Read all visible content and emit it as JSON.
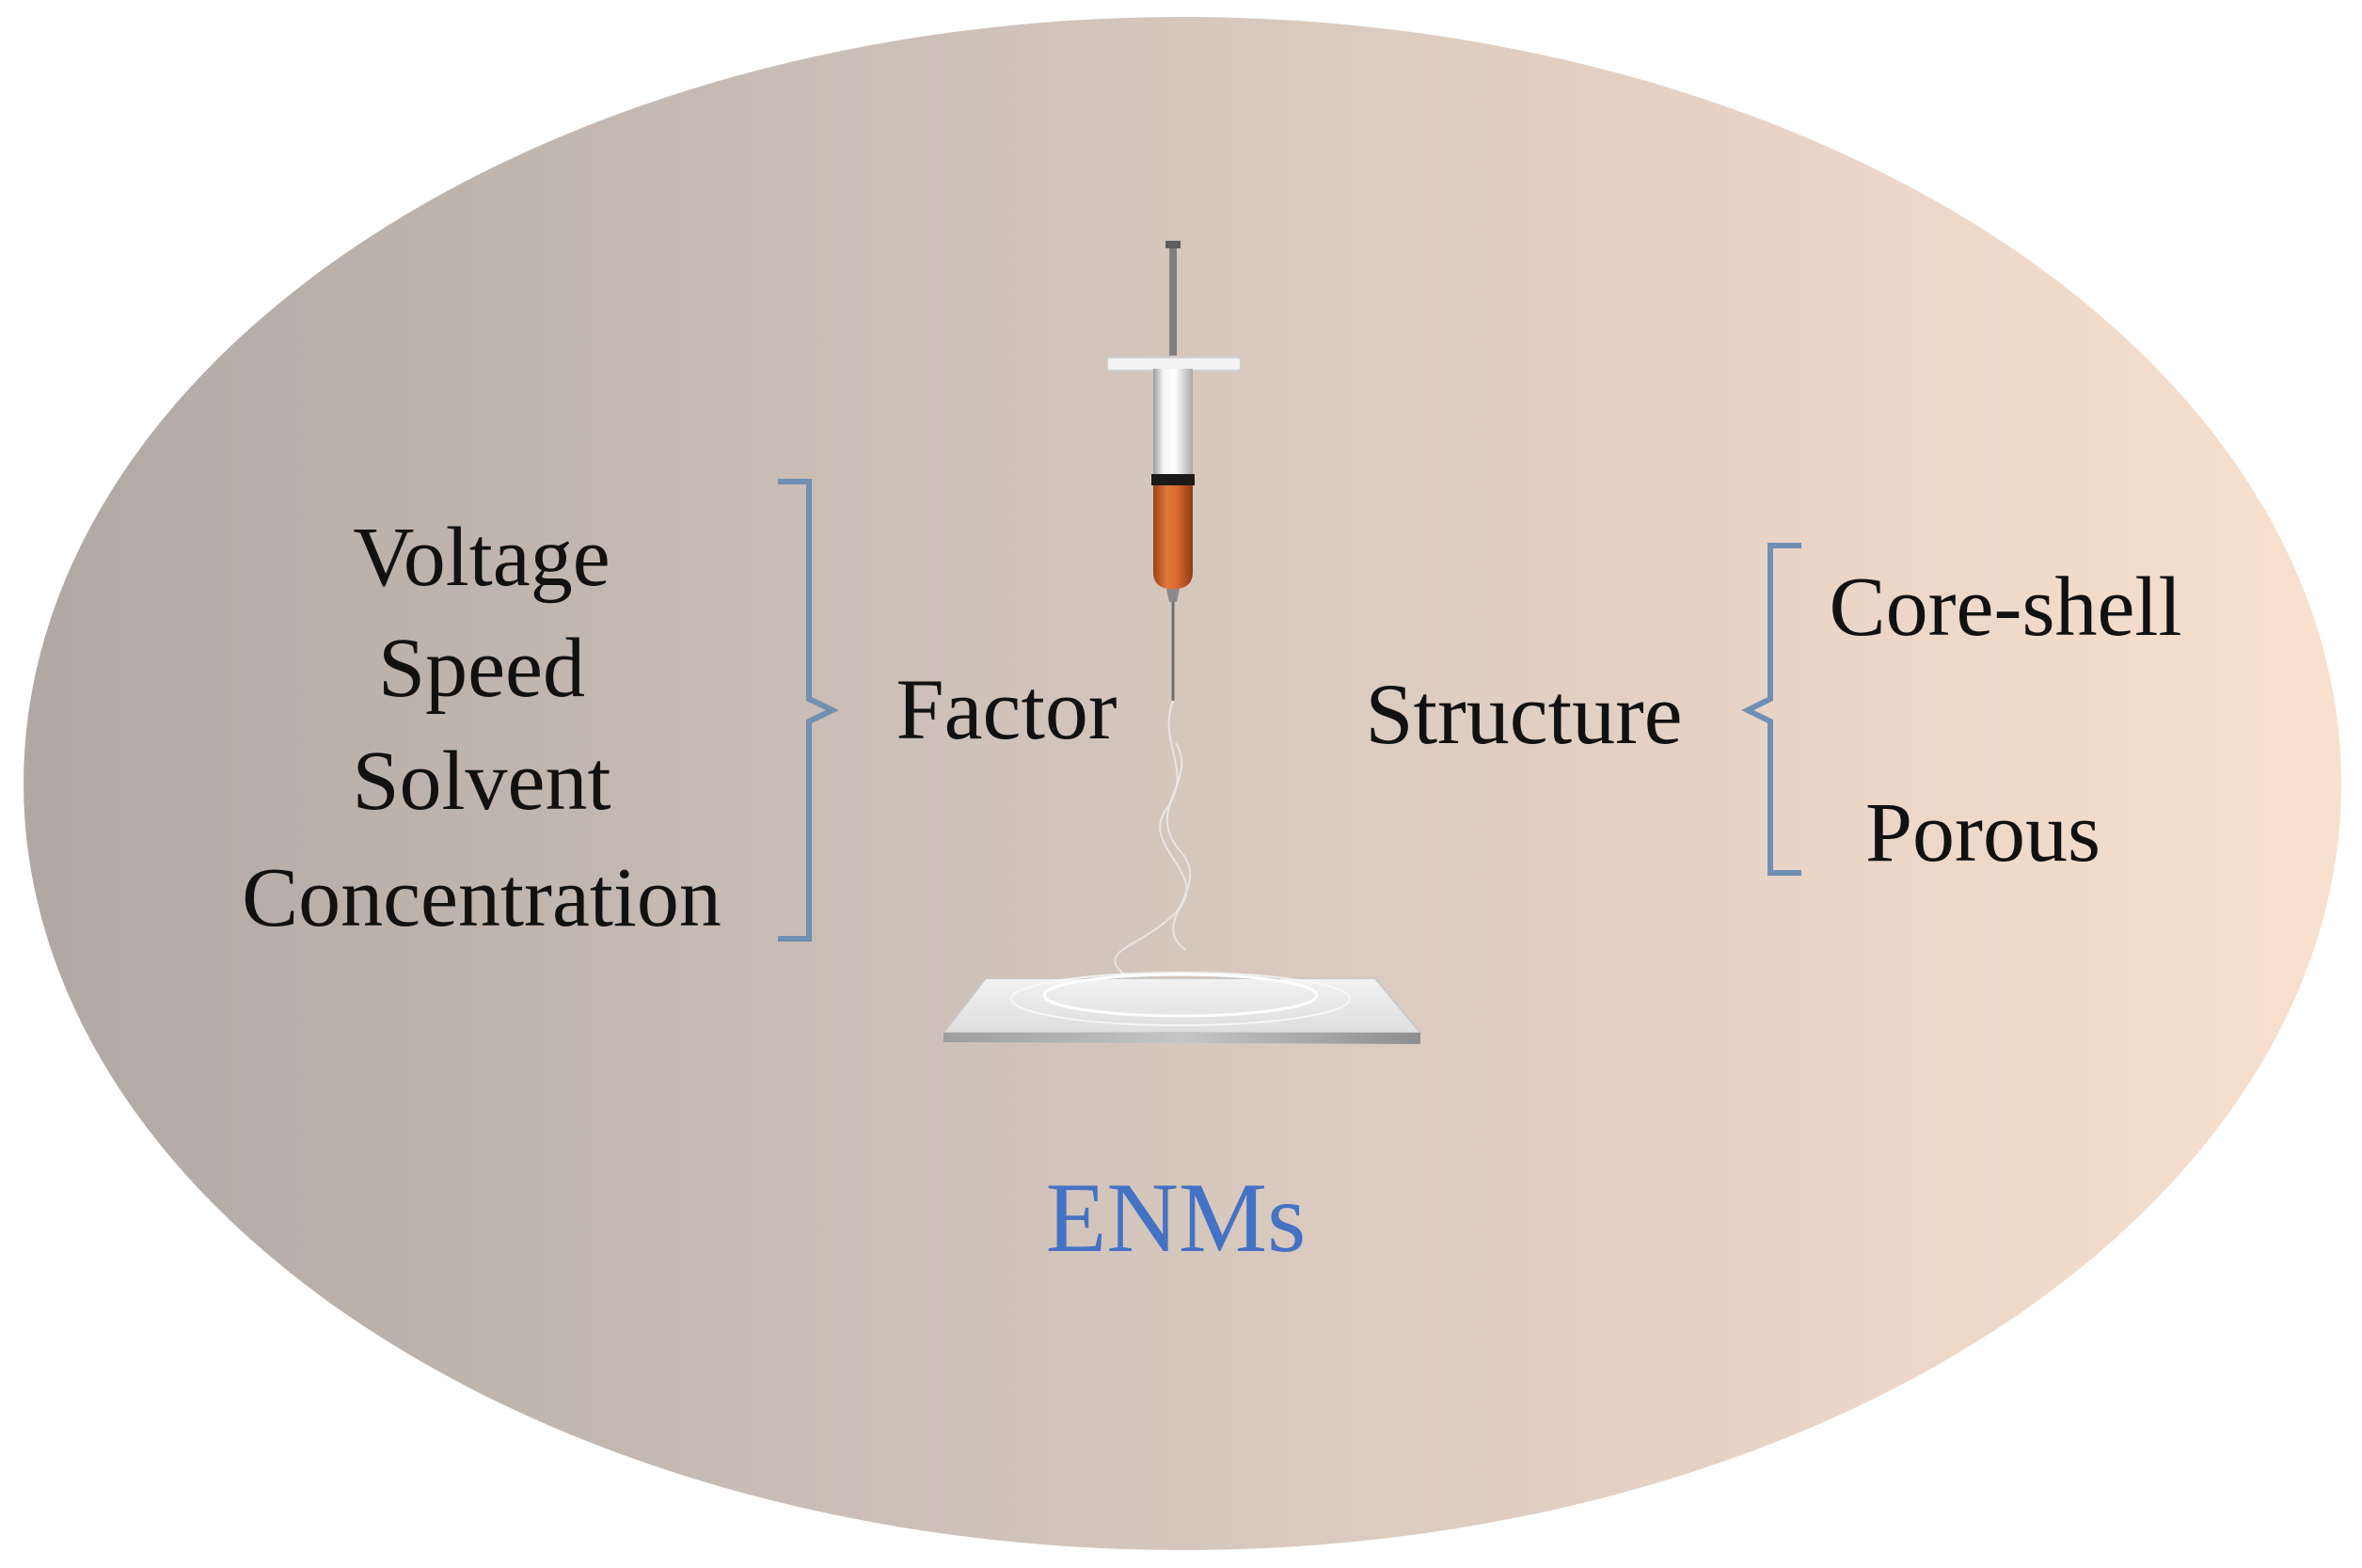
{
  "diagram": {
    "factor_items": [
      "Voltage",
      "Speed",
      "Solvent",
      "Concentration"
    ],
    "factor_label": "Factor",
    "structure_label": "Structure",
    "structure_items": [
      "Core-shell",
      "Porous"
    ],
    "caption": "ENMs"
  },
  "colors": {
    "background_left": "#b3aaa6",
    "background_right": "#f8dfcd",
    "text": "#111111",
    "caption": "#4472c4",
    "bracket": "#6f8fb3",
    "syringe_liquid": "#c9642e"
  },
  "icons": {
    "apparatus": "electrospinning-syringe-icon",
    "collector": "collector-plate-icon"
  }
}
